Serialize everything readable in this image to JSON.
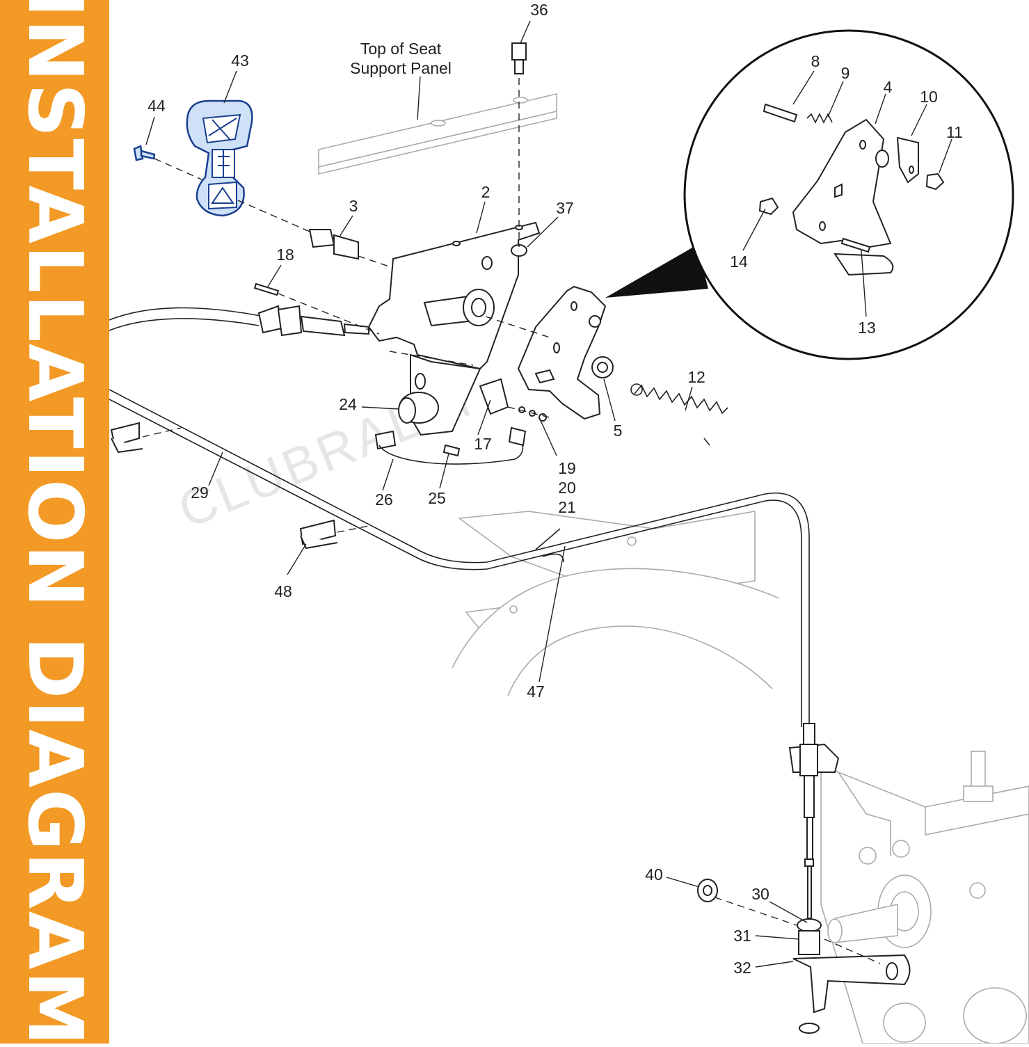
{
  "banner": {
    "text": "INSTALLATION DIAGRAM",
    "color": "#f39a26"
  },
  "watermark": "CLUBRALLY",
  "annotations": {
    "seat_panel_line1": "Top of Seat",
    "seat_panel_line2": "Support Panel"
  },
  "parts": {
    "p2": "2",
    "p3": "3",
    "p4": "4",
    "p5": "5",
    "p8": "8",
    "p9": "9",
    "p10": "10",
    "p11": "11",
    "p12": "12",
    "p13": "13",
    "p14": "14",
    "p17": "17",
    "p18": "18",
    "p19": "19",
    "p20": "20",
    "p21": "21",
    "p24": "24",
    "p25": "25",
    "p26": "26",
    "p29": "29",
    "p30": "30",
    "p31": "31",
    "p32": "32",
    "p36": "36",
    "p37": "37",
    "p40": "40",
    "p43": "43",
    "p44": "44",
    "p47": "47",
    "p48": "48"
  },
  "highlight_color": "#1a3f8f"
}
